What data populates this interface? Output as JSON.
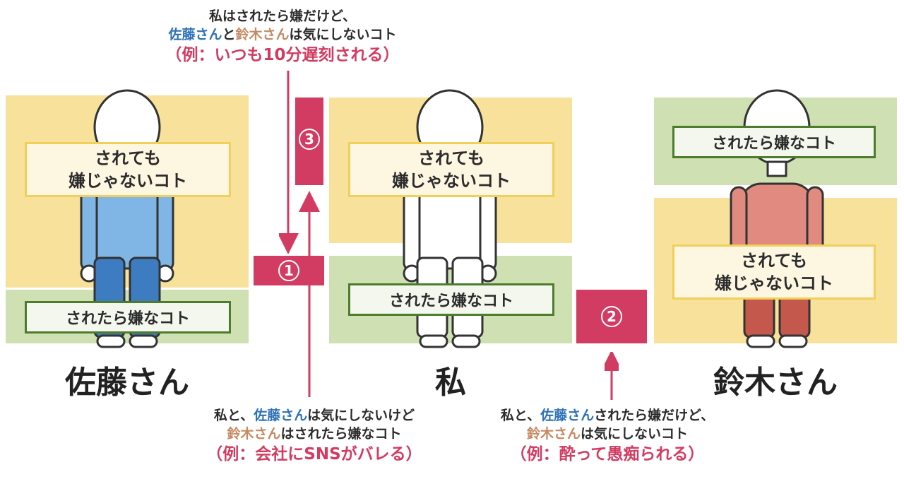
{
  "colors": {
    "yellow_zone": "#f8e19a",
    "green_zone": "#cfe0b2",
    "accent_red": "#d23c62",
    "name_blue": "#2e72b8",
    "name_tan": "#c48a62"
  },
  "panels": {
    "sato": {
      "name": "佐藤さん",
      "ok_label": "されても\n嫌じゃないコト",
      "dislike_label": "されたら嫌なコト"
    },
    "me": {
      "name": "私",
      "ok_label": "されても\n嫌じゃないコト",
      "dislike_label": "されたら嫌なコト"
    },
    "suzuki": {
      "name": "鈴木さん",
      "ok_label": "されても\n嫌じゃないコト",
      "dislike_label": "されたら嫌なコト"
    }
  },
  "markers": {
    "one": "1",
    "two": "2",
    "three": "3"
  },
  "notes": {
    "top": {
      "line1": "私はされたら嫌だけど、",
      "name_a": "佐藤さん",
      "mid": "と",
      "name_b": "鈴木さん",
      "tail": "は気にしないコト",
      "example": "（例：いつも10分遅刻される）"
    },
    "bottom_left": {
      "head": "私と、",
      "name_a": "佐藤さん",
      "tail1": "は気にしないけど",
      "name_b": "鈴木さん",
      "tail2": "はされたら嫌なコト",
      "example": "（例：会社にSNSがバレる）"
    },
    "bottom_right": {
      "head": "私と、",
      "name_a": "佐藤さん",
      "tail1": "されたら嫌だけど、",
      "name_b": "鈴木さん",
      "tail2": "は気にしないコト",
      "example": "（例：酔って愚痴られる）"
    }
  }
}
